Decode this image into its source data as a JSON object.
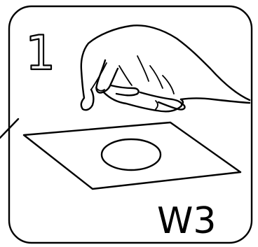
{
  "panel": {
    "step_number": "1",
    "code": "W3"
  },
  "icons": {
    "hand": "hand-pinching-icon",
    "sheet": "sheet-with-circle-icon",
    "leader": "leader-line"
  },
  "colors": {
    "ink": "#000000",
    "background": "#ffffff"
  }
}
